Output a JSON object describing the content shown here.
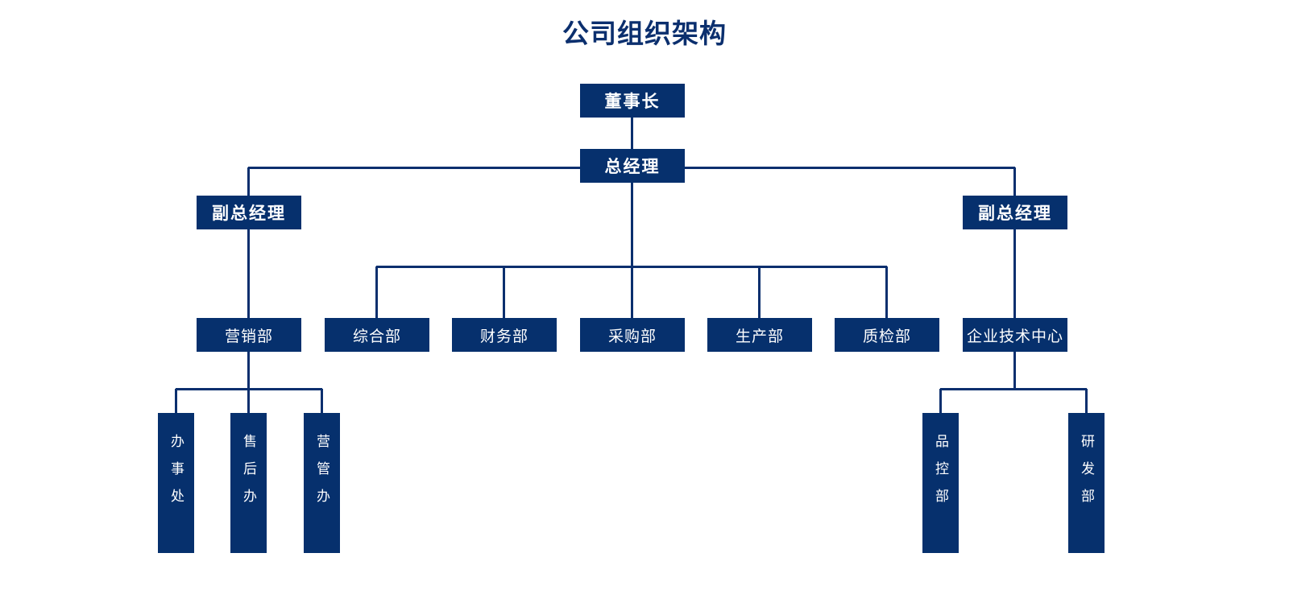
{
  "chart_data": {
    "type": "diagram",
    "title": "公司组织架构",
    "diagram_kind": "organizational-chart",
    "accent_color": "#06306d",
    "title_color": "#0b2f6e",
    "background": "#ffffff",
    "orientation": "top-down",
    "nodes": [
      {
        "id": "chairman",
        "label": "董事长",
        "level": 1
      },
      {
        "id": "gm",
        "label": "总经理",
        "level": 2
      },
      {
        "id": "dgm-left",
        "label": "副总经理",
        "level": 3
      },
      {
        "id": "dgm-right",
        "label": "副总经理",
        "level": 3
      },
      {
        "id": "marketing",
        "label": "营销部",
        "level": 4
      },
      {
        "id": "general",
        "label": "综合部",
        "level": 4
      },
      {
        "id": "finance",
        "label": "财务部",
        "level": 4
      },
      {
        "id": "purchase",
        "label": "采购部",
        "level": 4
      },
      {
        "id": "production",
        "label": "生产部",
        "level": 4
      },
      {
        "id": "quality",
        "label": "质检部",
        "level": 4
      },
      {
        "id": "techcenter",
        "label": "企业技术中心",
        "level": 4
      },
      {
        "id": "office",
        "label": "办事处",
        "level": 5
      },
      {
        "id": "aftersales",
        "label": "售后办",
        "level": 5
      },
      {
        "id": "salesadmin",
        "label": "营管办",
        "level": 5
      },
      {
        "id": "qc",
        "label": "品控部",
        "level": 5
      },
      {
        "id": "rnd",
        "label": "研发部",
        "level": 5
      }
    ],
    "edges": [
      {
        "from": "chairman",
        "to": "gm"
      },
      {
        "from": "gm",
        "to": "dgm-left"
      },
      {
        "from": "gm",
        "to": "dgm-right"
      },
      {
        "from": "gm",
        "to": "general"
      },
      {
        "from": "gm",
        "to": "finance"
      },
      {
        "from": "gm",
        "to": "purchase"
      },
      {
        "from": "gm",
        "to": "production"
      },
      {
        "from": "gm",
        "to": "quality"
      },
      {
        "from": "dgm-left",
        "to": "marketing"
      },
      {
        "from": "dgm-right",
        "to": "techcenter"
      },
      {
        "from": "marketing",
        "to": "office"
      },
      {
        "from": "marketing",
        "to": "aftersales"
      },
      {
        "from": "marketing",
        "to": "salesadmin"
      },
      {
        "from": "techcenter",
        "to": "qc"
      },
      {
        "from": "techcenter",
        "to": "rnd"
      }
    ]
  },
  "title": {
    "text": "公司组织架构"
  },
  "levels": {
    "executive": {
      "chairman": {
        "label": "董事长"
      },
      "gm": {
        "label": "总经理"
      },
      "dgm_left": {
        "label": "副总经理"
      },
      "dgm_right": {
        "label": "副总经理"
      }
    },
    "departments": [
      {
        "label": "营销部"
      },
      {
        "label": "综合部"
      },
      {
        "label": "财务部"
      },
      {
        "label": "采购部"
      },
      {
        "label": "生产部"
      },
      {
        "label": "质检部"
      },
      {
        "label": "企业技术中心"
      }
    ],
    "sub_units": [
      {
        "label": "办事处"
      },
      {
        "label": "售后办"
      },
      {
        "label": "营管办"
      },
      {
        "label": "品控部"
      },
      {
        "label": "研发部"
      }
    ]
  }
}
